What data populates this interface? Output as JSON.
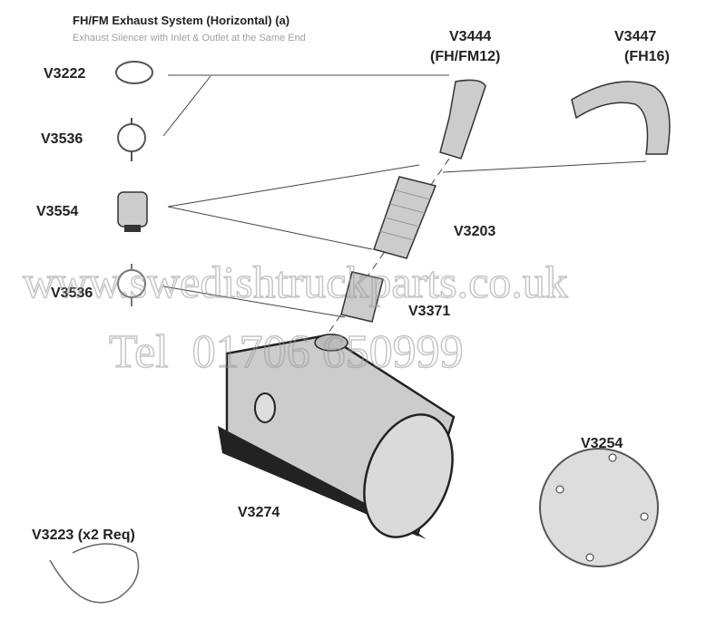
{
  "header": {
    "title": "FH/FM Exhaust System (Horizontal) (a)",
    "subtitle": "Exhaust Silencer with Inlet & Outlet at the Same End"
  },
  "parts": [
    {
      "code": "V3222"
    },
    {
      "code": "V3536"
    },
    {
      "code": "V3554"
    },
    {
      "code": "V3536"
    },
    {
      "code": "V3444",
      "note": "(FH/FM12)"
    },
    {
      "code": "V3447",
      "note": "(FH16)"
    },
    {
      "code": "V3203"
    },
    {
      "code": "V3371"
    },
    {
      "code": "V3274"
    },
    {
      "code": "V3254"
    },
    {
      "code": "V3223 (x2 Req)"
    }
  ],
  "watermark": {
    "url": "www.swedishtruckparts.co.uk",
    "phone": "Tel  01706 650999"
  }
}
